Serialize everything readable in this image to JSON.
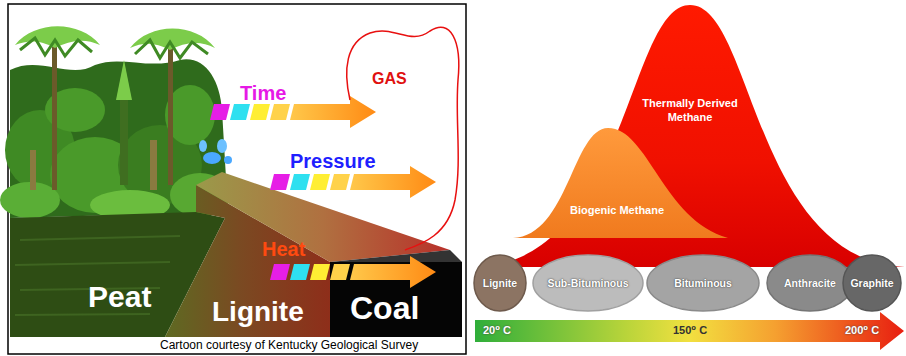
{
  "diagram": {
    "nodes": [
      {
        "text": [
          "Thermally Derived Methane"
        ]
      },
      {
        "text": [
          "Biogenic Methane"
        ]
      },
      {
        "text": [
          "Lignite"
        ]
      },
      {
        "text": [
          "Sub-Bituminous"
        ]
      },
      {
        "text": [
          "Bituminous"
        ]
      },
      {
        "text": [
          "Anthracite"
        ]
      },
      {
        "text": [
          "Graphite"
        ]
      }
    ],
    "labels": [
      "Time",
      "GAS",
      "Pressure",
      "Heat",
      "Peat",
      "Lignite",
      "Coal",
      "Cartoon courtesy of Kentucky Geological Survey",
      "20⁰ C",
      "150⁰ C",
      "200⁰ C"
    ]
  }
}
